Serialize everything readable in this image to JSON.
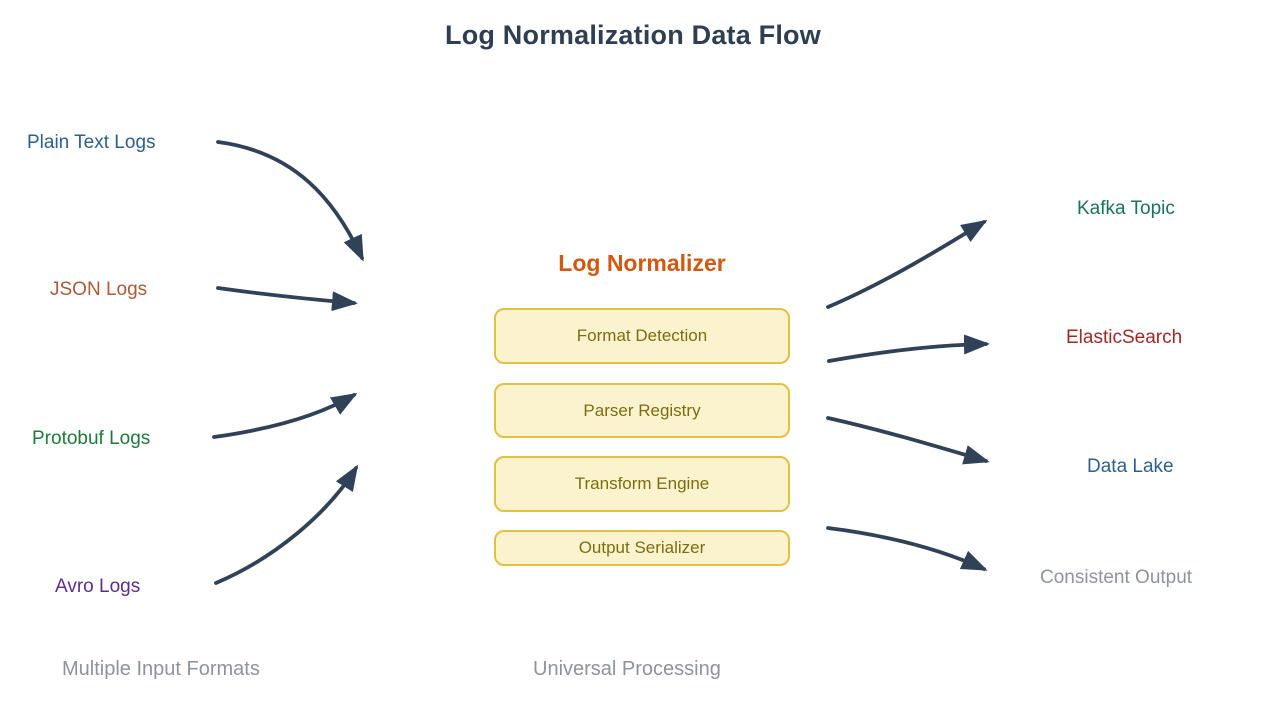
{
  "title": "Log Normalization Data Flow",
  "inputs": [
    {
      "label": "Plain Text Logs",
      "color": "#2d5f8f"
    },
    {
      "label": "JSON Logs",
      "color": "#ad5a36"
    },
    {
      "label": "Protobuf Logs",
      "color": "#1e7a3b"
    },
    {
      "label": "Avro Logs",
      "color": "#5c2d91"
    }
  ],
  "processor": {
    "title": "Log Normalizer",
    "title_color": "#d2570f",
    "stages": [
      {
        "label": "Format Detection"
      },
      {
        "label": "Parser Registry"
      },
      {
        "label": "Transform Engine"
      },
      {
        "label": "Output Serializer"
      }
    ],
    "box_fill": "#fbf3cd",
    "box_border": "#dfc243",
    "box_text_color": "#7f6c10"
  },
  "outputs": [
    {
      "label": "Kafka Topic",
      "color": "#17725f"
    },
    {
      "label": "ElasticSearch",
      "color": "#9e2a25"
    },
    {
      "label": "Data Lake",
      "color": "#2d5f8f"
    },
    {
      "label": "Consistent Output",
      "color": "#8b959b"
    }
  ],
  "captions": [
    {
      "label": "Multiple Input Formats"
    },
    {
      "label": "Universal Processing"
    }
  ],
  "edges": [
    {
      "from": "Plain Text Logs",
      "to": "Log Normalizer"
    },
    {
      "from": "JSON Logs",
      "to": "Log Normalizer"
    },
    {
      "from": "Protobuf Logs",
      "to": "Log Normalizer"
    },
    {
      "from": "Avro Logs",
      "to": "Log Normalizer"
    },
    {
      "from": "Log Normalizer",
      "to": "Kafka Topic"
    },
    {
      "from": "Log Normalizer",
      "to": "ElasticSearch"
    },
    {
      "from": "Log Normalizer",
      "to": "Data Lake"
    },
    {
      "from": "Log Normalizer",
      "to": "Consistent Output"
    }
  ],
  "colors": {
    "title": "#2e3e53",
    "arrow": "#2f4257",
    "caption_gray": "#8b959b",
    "background": "#ffffff"
  }
}
